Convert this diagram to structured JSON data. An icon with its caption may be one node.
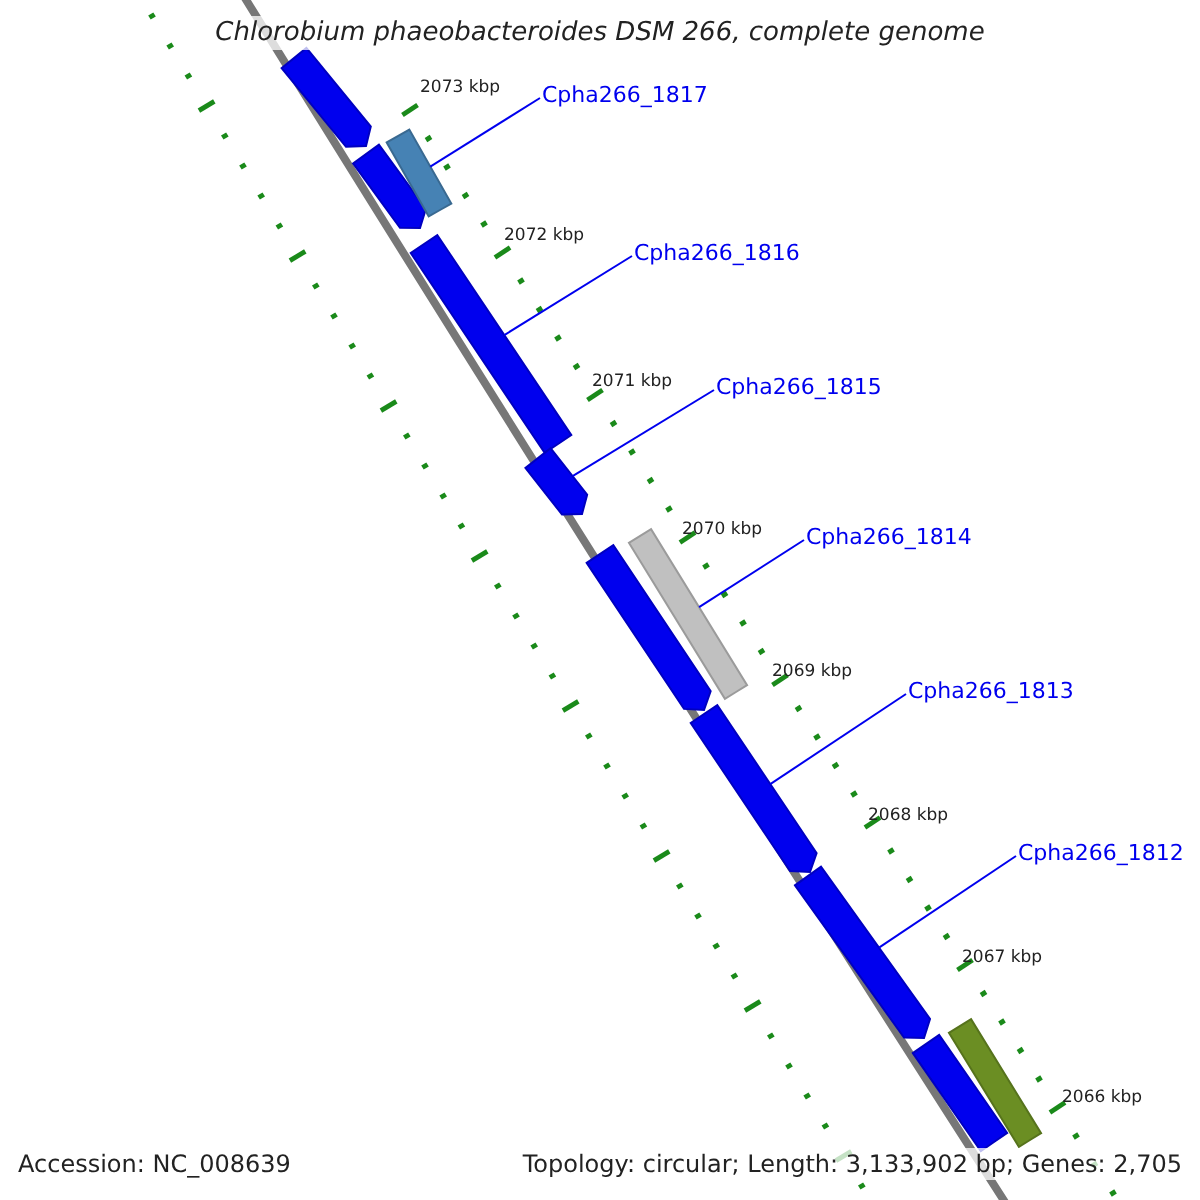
{
  "diagram": {
    "title": "Chlorobium phaeobacteroides DSM 266, complete genome",
    "nodes": [
      {
        "text": [
          "Cpha266_1817"
        ]
      },
      {
        "text": [
          "Cpha266_1816"
        ]
      },
      {
        "text": [
          "Cpha266_1815"
        ]
      },
      {
        "text": [
          "Cpha266_1814"
        ]
      },
      {
        "text": [
          "Cpha266_1813"
        ]
      },
      {
        "text": [
          "Cpha266_1812"
        ]
      },
      {
        "text": [],
        "shape": "pentagon"
      },
      {
        "text": [],
        "shape": "pentagon"
      },
      {
        "text": [],
        "shape": "bar"
      },
      {
        "text": [],
        "shape": "bar"
      },
      {
        "text": [],
        "shape": "pentagon"
      },
      {
        "text": [],
        "shape": "bar"
      },
      {
        "text": [],
        "shape": "pentagon"
      },
      {
        "text": [],
        "shape": "pentagon"
      },
      {
        "text": [],
        "shape": "pentagon"
      },
      {
        "text": [],
        "shape": "bar"
      },
      {
        "text": [],
        "shape": "bar"
      }
    ],
    "edges": [
      {
        "from": 0,
        "to": 8,
        "arrow": "none"
      },
      {
        "from": 1,
        "to": 9,
        "arrow": "none"
      },
      {
        "from": 2,
        "to": 10,
        "arrow": "none"
      },
      {
        "from": 3,
        "to": 11,
        "arrow": "none"
      },
      {
        "from": 4,
        "to": 13,
        "arrow": "none"
      },
      {
        "from": 5,
        "to": 14,
        "arrow": "none"
      }
    ],
    "labels": [
      "2073 kbp",
      "2072 kbp",
      "2071 kbp",
      "2070 kbp",
      "2069 kbp",
      "2068 kbp",
      "2067 kbp",
      "2066 kbp",
      "Accession: NC_008639",
      "Topology: circular; Length: 3,133,902 bp; Genes: 2,705"
    ]
  }
}
